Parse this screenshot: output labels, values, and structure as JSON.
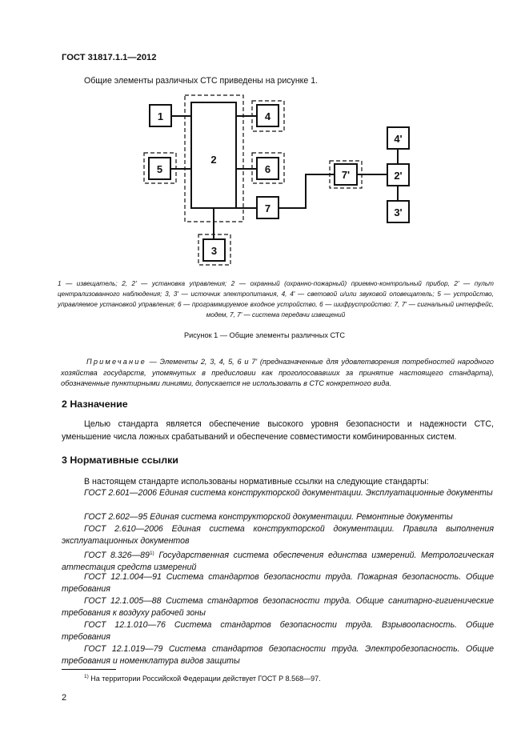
{
  "header": "ГОСТ 31817.1.1—2012",
  "intro": "Общие элементы различных СТС приведены на рисунке 1.",
  "diagram": {
    "b1": "1",
    "b2": "2",
    "b3": "3",
    "b4": "4",
    "b5": "5",
    "b6": "6",
    "b7": "7",
    "b7p": "7'",
    "b2p": "2'",
    "b3p": "3'",
    "b4p": "4'"
  },
  "legend": "1 — извещатель; 2, 2' — установка управления; 2 — охранный (охранно-пожарный) приемно-контрольный прибор, 2' — пульт централизованного наблюдения; 3, 3' — источник электропитания, 4, 4' — световой и/или звуковой оповещатель; 5 — устройство, управляемое установкой управления; 6 — программируемое входное устройство, 6 — шифрустройство: 7, 7' — сигнальный интерфейс, модем, 7, 7' — система передачи извещений",
  "caption": "Рисунок  1 — Общие элементы различных СТС",
  "note": {
    "label": "Примечание",
    "text": " — Элементы 2, 3, 4, 5, 6 и 7' (предназначенные для удовлетворения потребностей народного хозяйства государств, упомянутых в предисловии как проголосовавших за принятие настоящего стандарта), обозначенные пунктирными линиями, допускается не использовать в СТС конкретного вида."
  },
  "section2": {
    "title": "2  Назначение",
    "text": "Целью стандарта является обеспечение высокого уровня безопасности и надежности СТС, уменьшение числа ложных срабатываний и обеспечение совместимости комбинированных систем."
  },
  "section3": {
    "title": "3  Нормативные ссылки",
    "intro": "В настоящем стандарте использованы нормативные ссылки на следующие стандарты:",
    "refs": [
      "ГОСТ  2.601—2006 Единая система конструкторской документации. Эксплуатационные документы",
      "ГОСТ  2.602—95 Единая система конструкторской документации. Ремонтные документы",
      "ГОСТ  2.610—2006  Единая  система  конструкторской  документации.  Правила  выполнения эксплуатационных документов",
      "ГОСТ  8.326—89",
      "ГОСТ  12.1.004—91  Система  стандартов  безопасности  труда.  Пожарная  безопасность. Общие требования",
      "ГОСТ  12.1.005—88 Система стандартов безопасности труда. Общие санитарно-гигиенические требования к воздуху рабочей зоны",
      "ГОСТ  12.1.010—76  Система  стандартов  безопасности  труда.  Взрывоопасность.  Общие требования",
      "ГОСТ  12.1.019—79 Система стандартов безопасности труда. Электробезопасность. Общие требования и номенклатура видов защиты"
    ],
    "ref4_sup": "1)",
    "ref4_tail": " Государственная система обеспечения единства измерений. Метрологическая аттестация средств измерений"
  },
  "footnote": {
    "mark": "1)",
    "text": " На территории Российской Федерации действует ГОСТ Р 8.568—97."
  },
  "page_number": "2"
}
